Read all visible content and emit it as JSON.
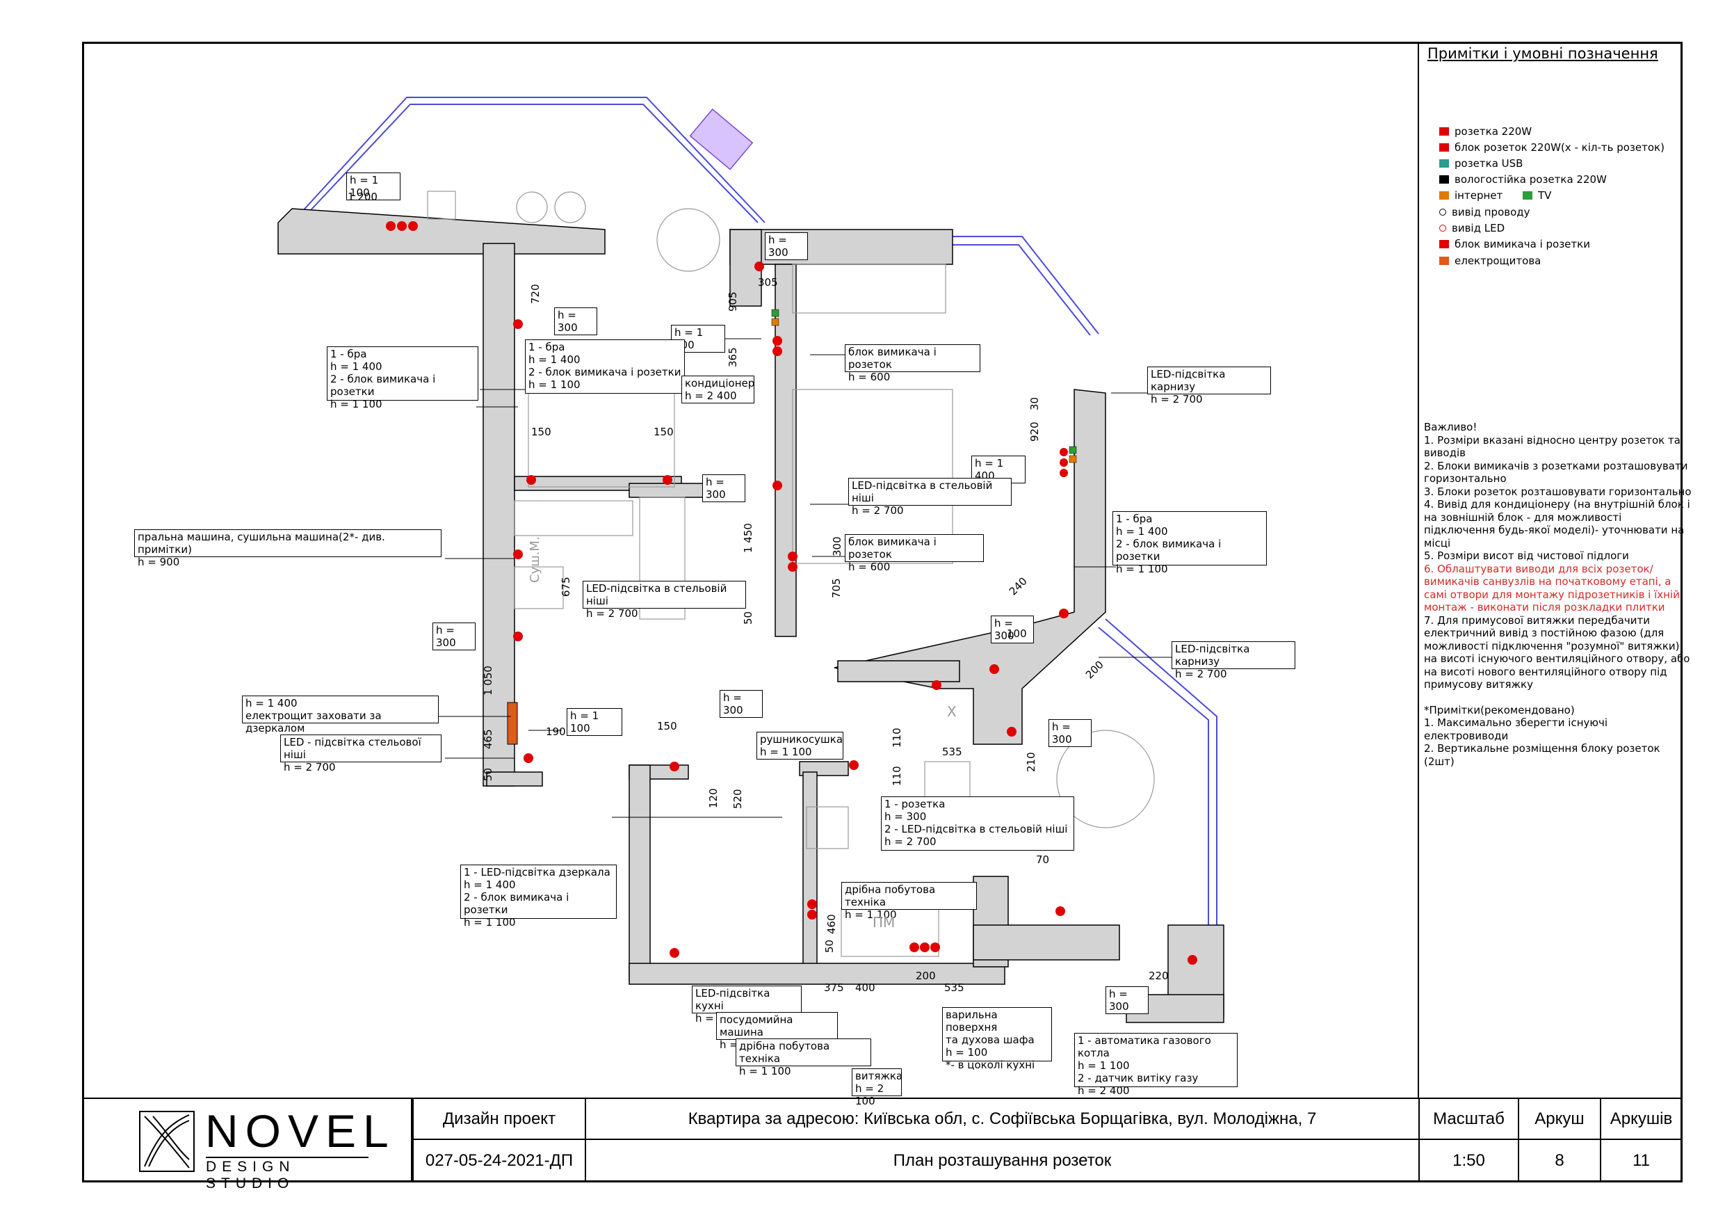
{
  "legend": {
    "title": "Примітки і умовні позначення",
    "items": [
      {
        "label": "розетка 220W",
        "color": "#e00000",
        "icon": "socket-icon"
      },
      {
        "label": "блок розеток 220W(x - кіл-ть розеток)",
        "color": "#e00000",
        "icon": "socket-block-icon"
      },
      {
        "label": "розетка USB",
        "color": "#2a9d8f",
        "icon": "usb-socket-icon"
      },
      {
        "label": "вологостійка розетка 220W",
        "color": "#000000",
        "icon": "waterproof-socket-icon"
      },
      {
        "label": "інтернет",
        "color": "#e07b00",
        "icon": "internet-socket-icon"
      },
      {
        "label": "TV",
        "color": "#2d9e3a",
        "icon": "tv-socket-icon"
      },
      {
        "label": "вивід проводу",
        "color": "#000000",
        "icon": "wire-outlet-icon"
      },
      {
        "label": "вивід LED",
        "color": "#e00000",
        "icon": "led-outlet-icon"
      },
      {
        "label": "блок вимикача і розетки",
        "color": "#e00000",
        "icon": "switch-socket-block-icon"
      },
      {
        "label": "електрощитова",
        "color": "#e05a1a",
        "icon": "electrical-panel-icon"
      }
    ]
  },
  "notes": {
    "important_title": "Важливо!",
    "important": [
      "1. Розміри вказані відносно центру розеток та виводів",
      "2. Блоки вимикачів з розетками розташовувати горизонтально",
      "3. Блоки розеток розташовувати горизонтально",
      "4. Вивід для кондиціонеру (на внутрішній блок і на зовнішній блок - для можливості підключення будь-якої моделі)- уточнювати на місці",
      "5. Розміри висот від чистової підлоги"
    ],
    "important_red": "6. Облаштувати виводи для всіх розеток/вимикачів санвузлів на початковому етапі, а самі отвори для монтажу підрозетників і їхній монтаж - виконати після розкладки плитки",
    "important_7": "7. Для примусової витяжки передбачити електричний вивід з постійною фазою (для можливості підключення \"розумної\" витяжки) на висоті існуючого вентиляційного отвору, або на висоті нового вентиляційного отвору під примусову витяжку",
    "recommended_title": "*Примітки(рекомендовано)",
    "recommended": [
      "1. Максимально зберегти існуючі електровиводи",
      "2. Вертикальне розміщення блоку розеток (2шт)"
    ]
  },
  "plan": {
    "labels": [
      "h = 1 100",
      "h = 300",
      "h = 300",
      "h = 1 400",
      "1 - бра\nh = 1 400\n2 - блок вимикача і розетки\nh = 1 100",
      "1 - бра\nh = 1 400\n2 - блок вимикача і розетки\nh = 1 100",
      "кондиціонер\nh = 2 400",
      "блок вимикача і розеток\nh = 600",
      "LED-підсвітка карнизу\nh = 2 700",
      "h = 1 400",
      "h = 300",
      "LED-підсвітка в стельовій ніші\nh = 2 700",
      "блок вимикача і розеток\nh = 600",
      "1 - бра\nh = 1 400\n2 - блок вимикача і розетки\nh = 1 100",
      "пральна машина, сушильна машина(2*- див. примітки)\nh = 900",
      "LED-підсвітка в стельовій ніші\nh = 2 700",
      "h = 300",
      "h = 300",
      "LED-підсвітка карнизу\nh = 2 700",
      "h = 1 400\nелектрощит заховати за дзеркалом",
      "h = 1 100",
      "LED - підсвітка стельової ніші\nh = 2 700",
      "h = 300",
      "рушникосушка\nh = 1 100",
      "h = 300",
      "1 - розетка\nh = 300\n2 - LED-підсвітка в стельовій ніші\nh = 2 700",
      "1 - LED-підсвітка дзеркала\nh = 1 400\n2 - блок вимикача і розетки\nh = 1 100",
      "дрібна побутова техніка\nh = 1 100",
      "h = 300",
      "LED-підсвітка кухні\nh = 1 600",
      "посудомийна машина\nh = 100",
      "дрібна побутова техніка\nh = 1 100",
      "витяжка\nh = 2 100",
      "варильна поверхня\nта духова шафа\nh = 100\n*- в цоколі кухні",
      "1 - автоматика газового котла\nh = 1 100\n2 - датчик витіку газу\nh = 2 400"
    ],
    "dims": [
      "1 200",
      "720",
      "905",
      "305",
      "365",
      "150",
      "150",
      "920",
      "30",
      "1 450",
      "300",
      "705",
      "675",
      "50",
      "240",
      "100",
      "200",
      "1 050",
      "465",
      "50",
      "190",
      "150",
      "520",
      "120",
      "110",
      "110",
      "535",
      "210",
      "70",
      "460",
      "50",
      "375",
      "400",
      "200",
      "535",
      "220"
    ],
    "plain_texts": [
      "Суш.М.",
      "ПМ",
      "X"
    ]
  },
  "title_block": {
    "logo_big": "NOVEL",
    "logo_small": "DESIGN STUDIO",
    "design_project": "Дизайн проект",
    "project_code": "027-05-24-2021-ДП",
    "address": "Квартира за адресою: Київська обл, с. Софіївська Борщагівка, вул. Молодіжна, 7",
    "sheet_title": "План розташування розеток",
    "scale_label": "Масштаб",
    "scale": "1:50",
    "sheet_label": "Аркуш",
    "sheet_no": "8",
    "sheets_label": "Аркушів",
    "sheets_total": "11"
  }
}
